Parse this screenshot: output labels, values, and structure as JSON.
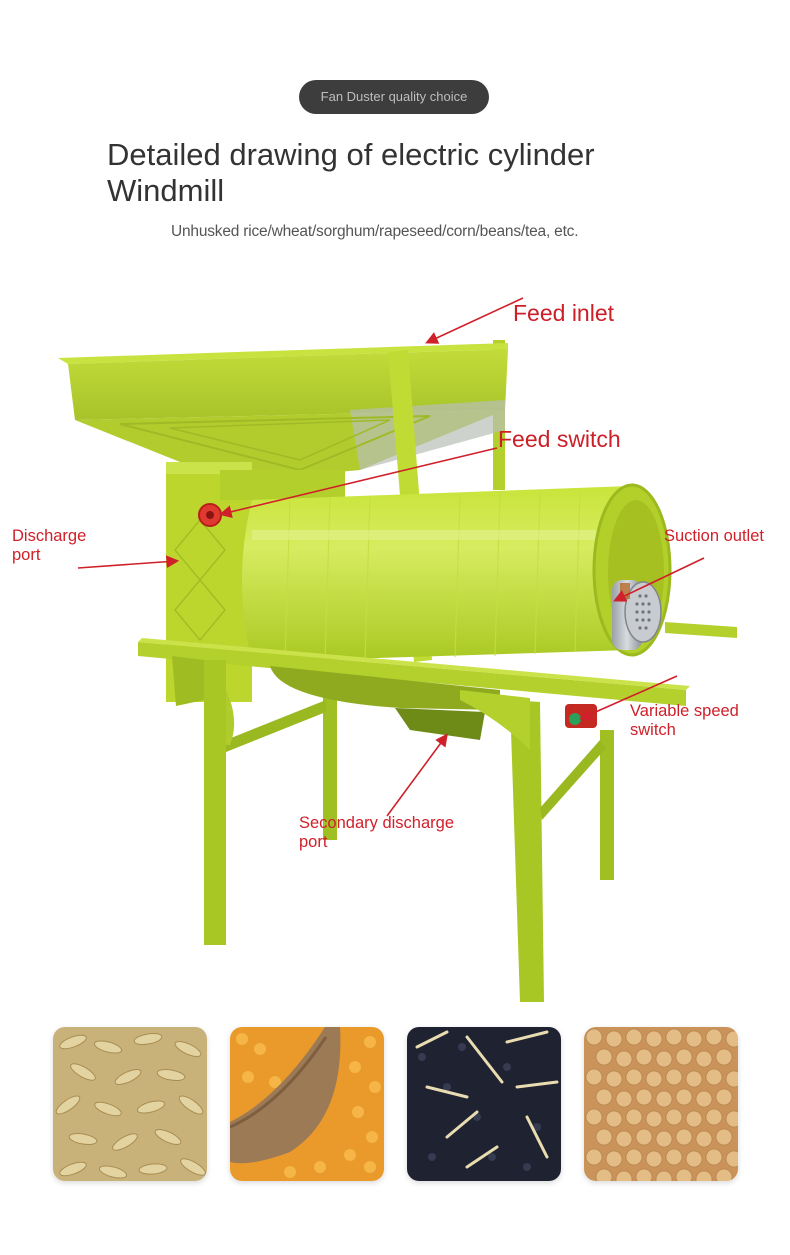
{
  "header": {
    "badge": "Fan Duster quality choice",
    "title_line1": "Detailed drawing of electric cylinder",
    "title_line2": "Windmill",
    "subtitle": "Unhusked rice/wheat/sorghum/rapeseed/corn/beans/tea, etc."
  },
  "colors": {
    "machine_green": "#b9d92a",
    "machine_green_dark": "#8fae1c",
    "label_red": "#d0202a",
    "badge_bg": "#3d3d3d"
  },
  "callouts": {
    "feed_inlet": "Feed inlet",
    "feed_switch": "Feed switch",
    "discharge_port_line1": "Discharge",
    "discharge_port_line2": "port",
    "suction_outlet": "Suction outlet",
    "variable_speed_line1": "Variable speed",
    "variable_speed_line2": "switch",
    "secondary_discharge_line1": "Secondary discharge",
    "secondary_discharge_line2": "port"
  },
  "grains": [
    {
      "name": "unhusked-rice"
    },
    {
      "name": "corn"
    },
    {
      "name": "rapeseed"
    },
    {
      "name": "soybeans"
    }
  ]
}
